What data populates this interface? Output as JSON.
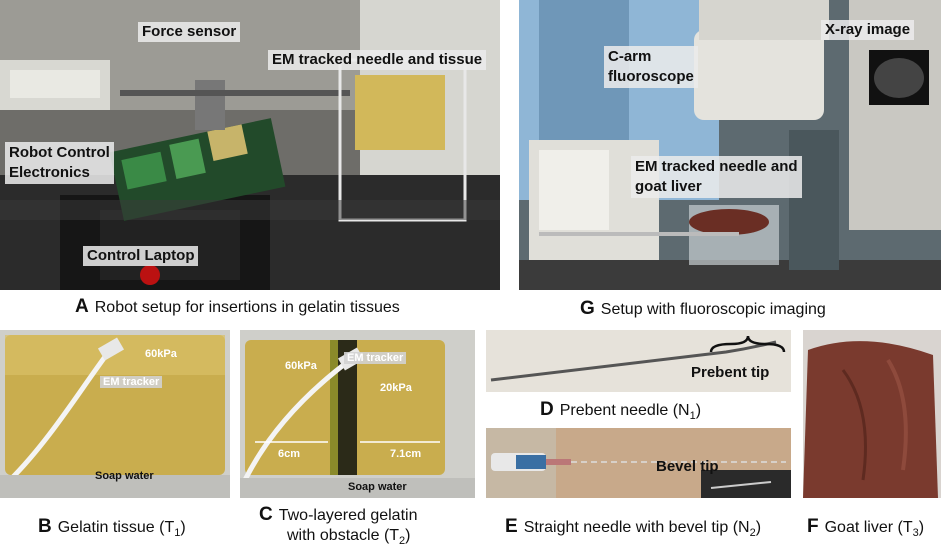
{
  "panelA": {
    "letter": "A",
    "caption": "Robot setup for insertions in gelatin tissues",
    "labels": {
      "force_sensor": "Force sensor",
      "em_tracked": "EM tracked needle and tissue",
      "robot_control_1": "Robot Control",
      "robot_control_2": "Electronics",
      "control_laptop": "Control Laptop"
    }
  },
  "panelG": {
    "letter": "G",
    "caption": "Setup with fluoroscopic imaging",
    "labels": {
      "carm_1": "C-arm",
      "carm_2": "fluoroscope",
      "xray": "X-ray image",
      "em_liver_1": "EM tracked needle and",
      "em_liver_2": "goat liver"
    }
  },
  "panelB": {
    "letter": "B",
    "caption": "Gelatin tissue (T",
    "caption_sub": "1",
    "caption_end": ")",
    "labels": {
      "stiffness": "60kPa",
      "tracker": "EM tracker",
      "soap": "Soap water"
    }
  },
  "panelC": {
    "letter": "C",
    "caption_1": "Two-layered gelatin",
    "caption_2": "with obstacle  (T",
    "caption_sub": "2",
    "caption_end": ")",
    "labels": {
      "stiff_left": "60kPa",
      "stiff_right": "20kPa",
      "tracker": "EM tracker",
      "dist_left": "6cm",
      "dist_right": "7.1cm",
      "soap": "Soap water"
    }
  },
  "panelD": {
    "letter": "D",
    "caption": "Prebent needle (N",
    "caption_sub": "1",
    "caption_end": ")",
    "labels": {
      "prebent_tip": "Prebent tip"
    }
  },
  "panelE": {
    "letter": "E",
    "caption": "Straight needle with bevel tip (N",
    "caption_sub": "2",
    "caption_end": ")",
    "labels": {
      "bevel_tip": "Bevel tip"
    }
  },
  "panelF": {
    "letter": "F",
    "caption": "Goat liver (T",
    "caption_sub": "3",
    "caption_end": ")"
  },
  "colors": {
    "gelatin": "#c9ad4e",
    "liver": "#7a3a2e",
    "drape": "#8fb6d6"
  }
}
